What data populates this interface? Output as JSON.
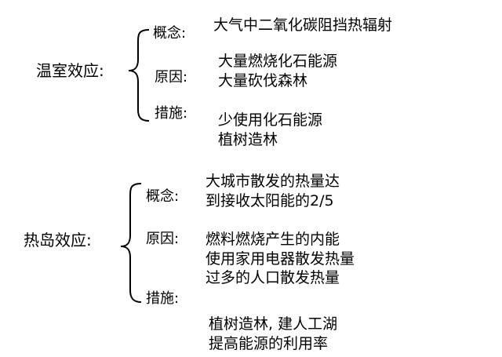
{
  "sections": [
    {
      "topic": "温室效应:",
      "items": [
        {
          "label": "概念:",
          "lines": [
            "大气中二氧化碳阻挡热辐射"
          ]
        },
        {
          "label": "原因:",
          "lines": [
            "大量燃烧化石能源",
            "大量砍伐森林"
          ]
        },
        {
          "label": "措施:",
          "lines": [
            "少使用化石能源",
            "植树造林"
          ]
        }
      ]
    },
    {
      "topic": "热岛效应:",
      "items": [
        {
          "label": "概念:",
          "lines": [
            "大城市散发的热量达",
            "到接收太阳能的2/5"
          ]
        },
        {
          "label": "原因:",
          "lines": [
            "燃料燃烧产生的内能",
            "使用家用电器散发热量",
            "过多的人口散发热量"
          ]
        },
        {
          "label": "措施:",
          "lines": [
            "植树造林, 建人工湖",
            "提高能源的利用率"
          ]
        }
      ]
    }
  ]
}
